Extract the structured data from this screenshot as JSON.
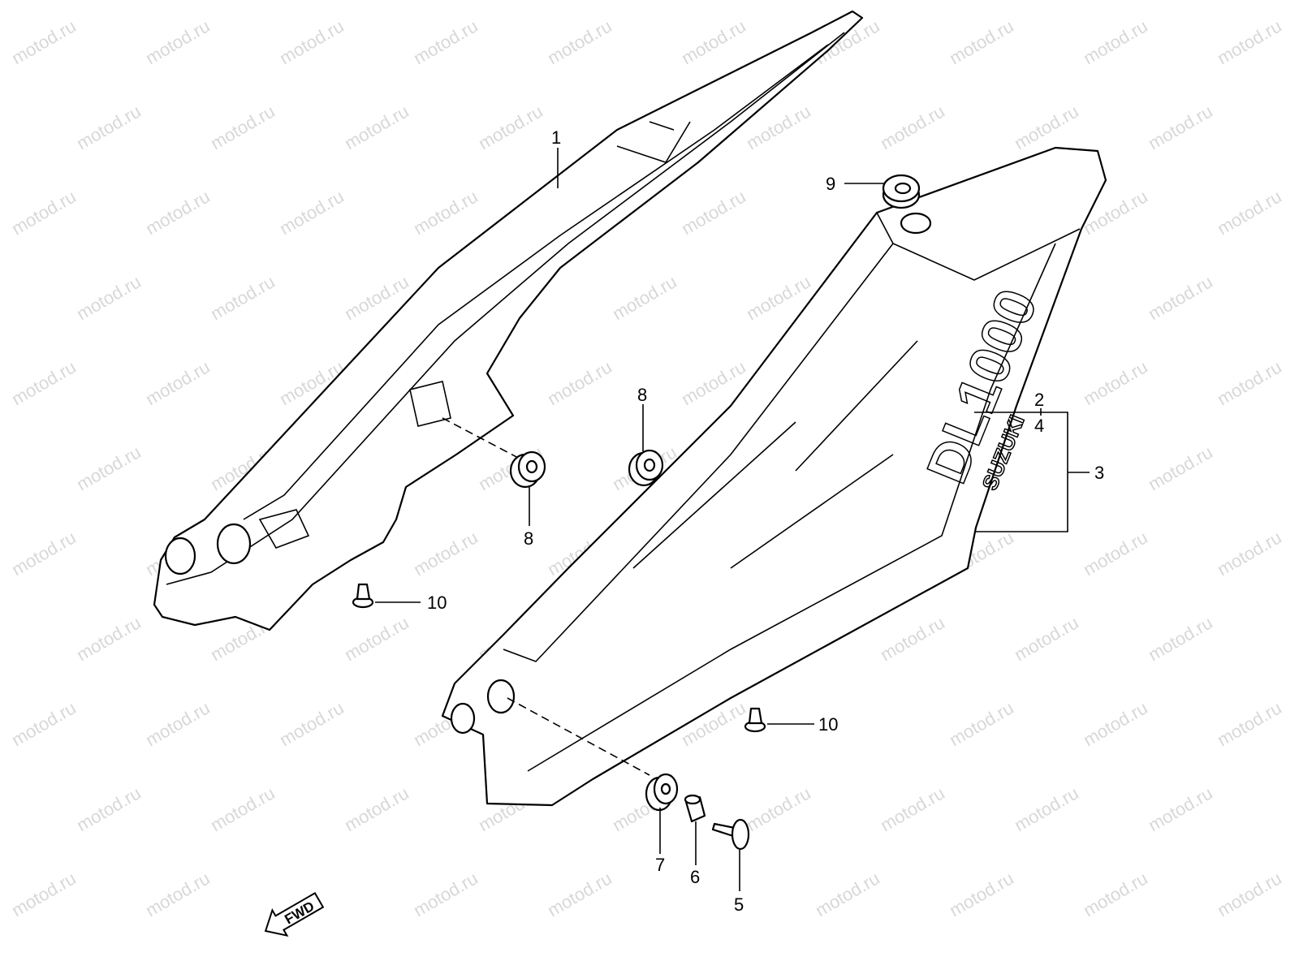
{
  "watermark": "motod.ru",
  "callouts": {
    "p1": "1",
    "p2": "2",
    "p4": "4",
    "p3": "3",
    "p9": "9",
    "p8a": "8",
    "p8b": "8",
    "p10a": "10",
    "p10b": "10",
    "p7": "7",
    "p6": "6",
    "p5": "5"
  },
  "logo": {
    "model": "DL1000",
    "brand": "SUZUKI"
  },
  "fwd_label": "FWD"
}
